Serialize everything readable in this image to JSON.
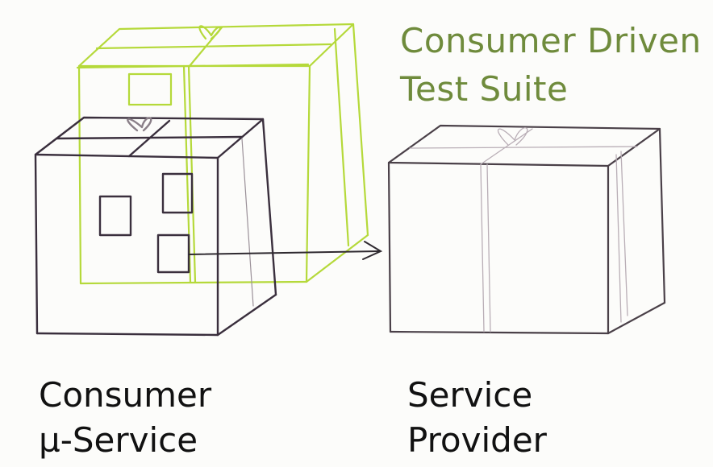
{
  "labels": {
    "suite_line1": "Consumer Driven",
    "suite_line2": "Test Suite",
    "consumer_line1": "Consumer",
    "consumer_line2": "µ-Service",
    "provider_line1": "Service",
    "provider_line2": "Provider"
  },
  "colors": {
    "suite": "#b5d93a",
    "suite_text": "#6f8b3c",
    "consumer_box": "#3a2f3d",
    "provider_box": "#4a4048",
    "ink": "#111111"
  }
}
